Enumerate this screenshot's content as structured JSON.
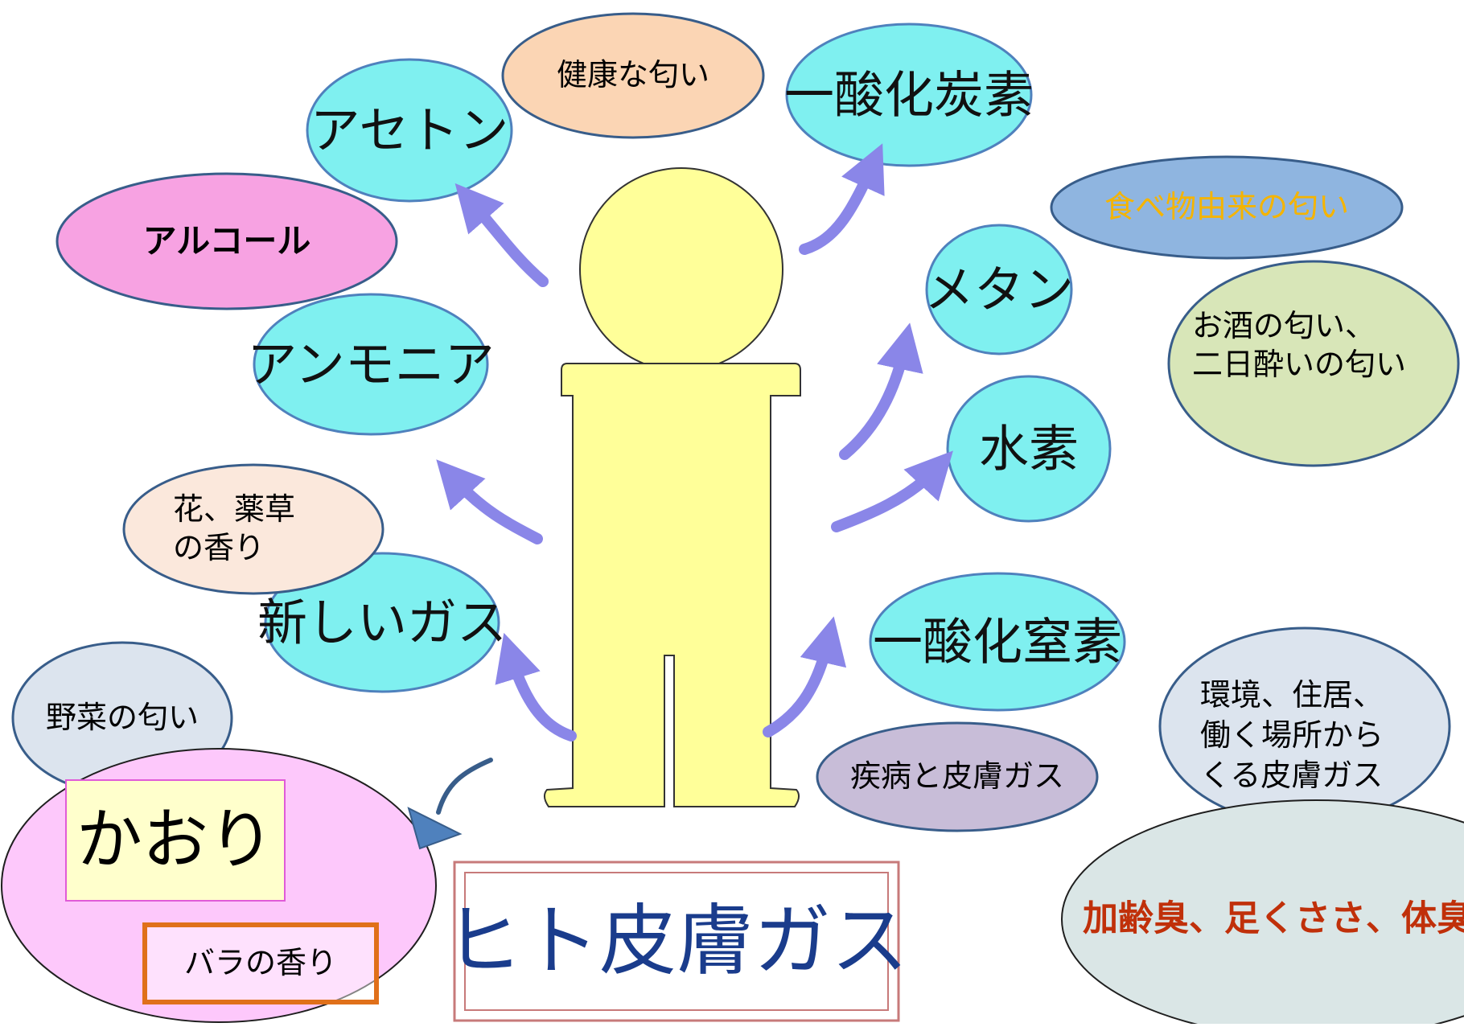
{
  "gas_labels": {
    "acetone": "アセトン",
    "carbon_monoxide": "一酸化炭素",
    "methane": "メタン",
    "ammonia": "アンモニア",
    "hydrogen": "水素",
    "new_gas": "新しいガス",
    "nitric_oxide": "一酸化窒素"
  },
  "odor_labels": {
    "healthy": "健康な匂い",
    "alcohol": "アルコール",
    "food": "食べ物由来の匂い",
    "sake_line1": "お酒の匂い、",
    "sake_line2": "二日酔いの匂い",
    "flower_line1": "花、薬草",
    "flower_line2": "の香り",
    "vegetable": "野菜の匂い",
    "disease": "疾病と皮膚ガス",
    "env_line1": "環境、住居、",
    "env_line2": "働く場所から",
    "env_line3": "くる皮膚ガス",
    "aging": "加齢臭、足くささ、体臭"
  },
  "fragrance": {
    "title": "かおり",
    "rose": "バラの香り"
  },
  "main_title": "ヒト皮膚ガス",
  "colors": {
    "cyan": "#7ff0f0",
    "peach": "#fbd5b4",
    "pink": "#f7a2e2",
    "blue": "#8fb5e0",
    "olive": "#d8e6b8",
    "lavender": "#c8bdd8",
    "light_pink": "#fdc8fb",
    "light_gray_blue": "#dce4ee",
    "light_teal": "#dae6e6",
    "body_yellow": "#ffff99",
    "arrow": "#8a86e8",
    "title_blue": "#1a3c8c",
    "aging_red": "#c0300a"
  }
}
